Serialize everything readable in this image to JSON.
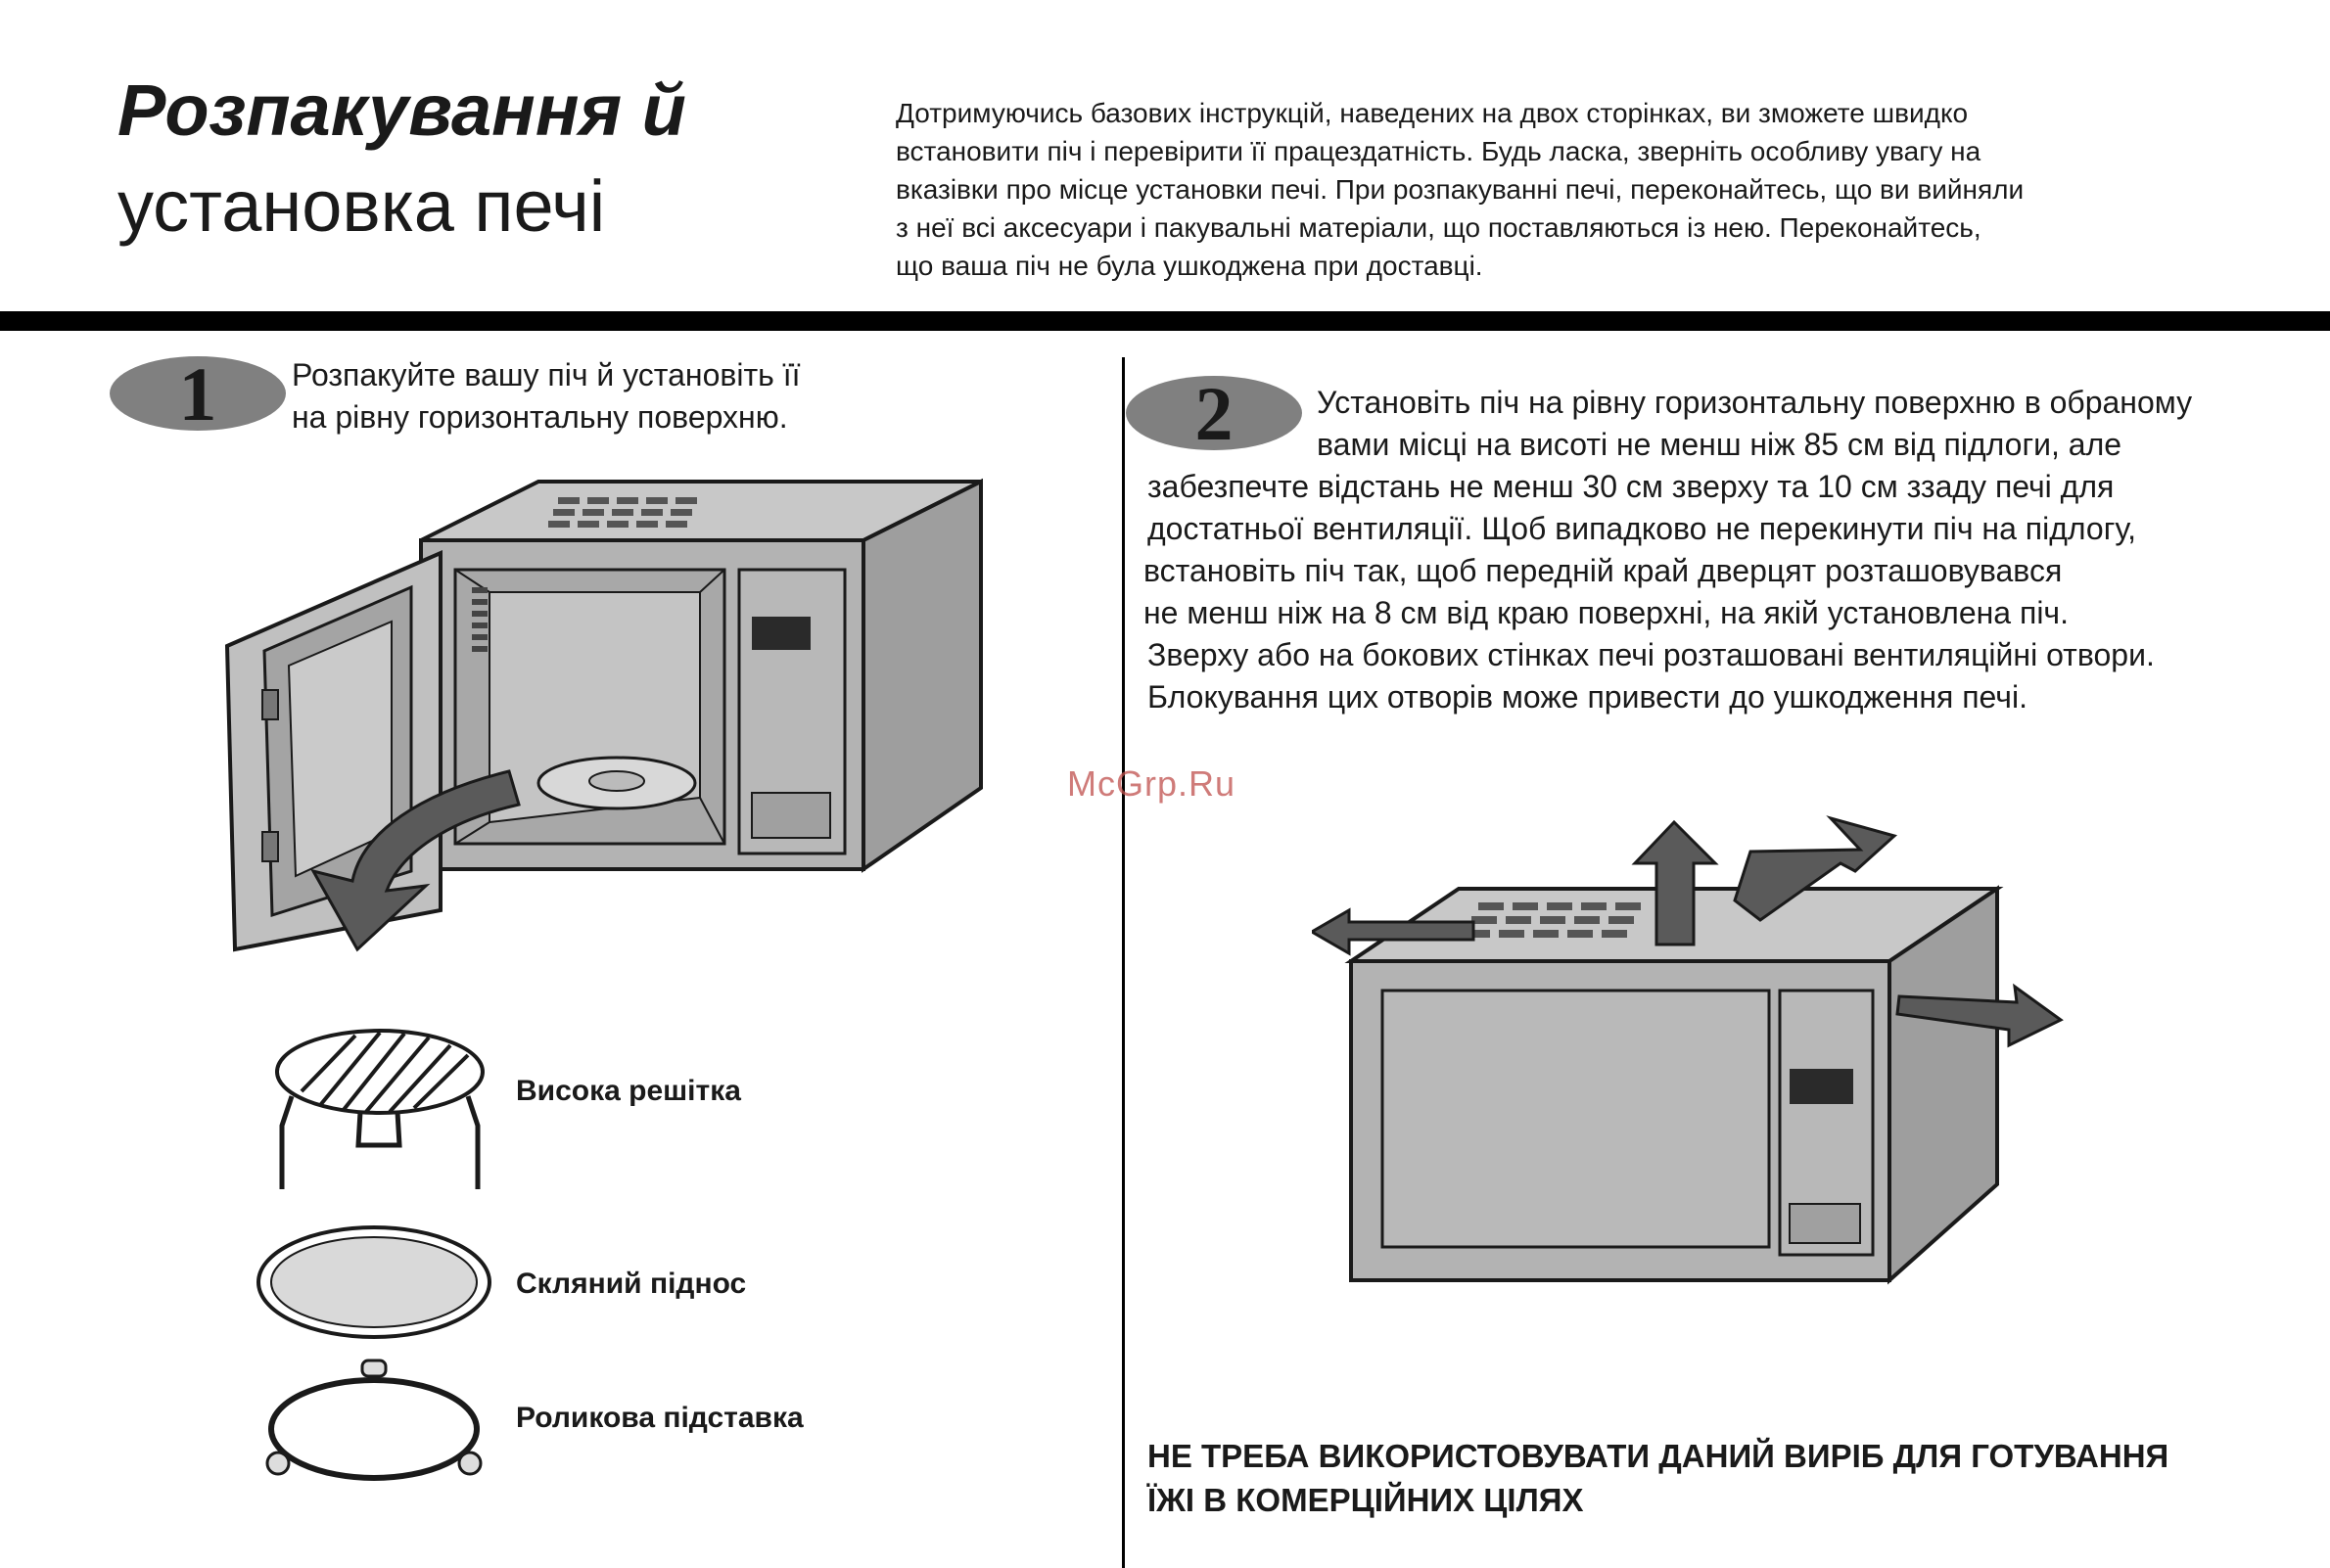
{
  "header": {
    "title_line1": "Розпакування й",
    "title_line2": "установка печі",
    "intro_lines": [
      "Дотримуючись базових інструкцій, наведених на двох сторінках, ви зможете швидко",
      "встановити піч і перевірити її працездатність. Будь ласка, зверніть особливу увагу на",
      "вказівки про місце установки печі. При розпакуванні печі, переконайтесь, що ви вийняли",
      "з неї всі аксесуари і пакувальні матеріали, що поставляються із нею. Переконайтесь,",
      "що ваша піч не була ушкоджена при доставці."
    ]
  },
  "step1": {
    "number": "1",
    "lines": [
      "Розпакуйте вашу піч й установіть її",
      "на рівну горизонтальну поверхню."
    ]
  },
  "accessories": [
    {
      "label": "Висока решітка"
    },
    {
      "label": "Скляний піднос"
    },
    {
      "label": "Роликова підставка"
    }
  ],
  "step2": {
    "number": "2",
    "lines": [
      "Установіть піч на рівну горизонтальну поверхню в обраному",
      "вами місці на висоті не менш ніж 85 см від підлоги, але",
      "забезпечте відстань не менш 30 см зверху та 10 см ззаду печі для",
      "достатньої вентиляції.  Щоб випадково не перекинути піч на підлогу,",
      "встановіть піч так, щоб передній край дверцят розташовувався",
      "не менш ніж на 8 см від краю поверхні, на якій установлена піч.",
      "Зверху або на бокових стінках печі розташовані вентиляційні отвори.",
      "Блокування цих отворів може привести до ушкодження печі."
    ]
  },
  "warning": {
    "line1": "НЕ ТРЕБА ВИКОРИСТОВУВАТИ ДАНИЙ ВИРІБ ДЛЯ ГОТУВАННЯ",
    "line2": "ЇЖІ В КОМЕРЦІЙНИХ ЦІЛЯХ"
  },
  "watermark": "McGrp.Ru",
  "colors": {
    "oven_body": "#b3b3b3",
    "oven_dark": "#7a7a7a",
    "badge_fill": "#808080",
    "rule": "#000000",
    "watermark": "#c0504d"
  }
}
